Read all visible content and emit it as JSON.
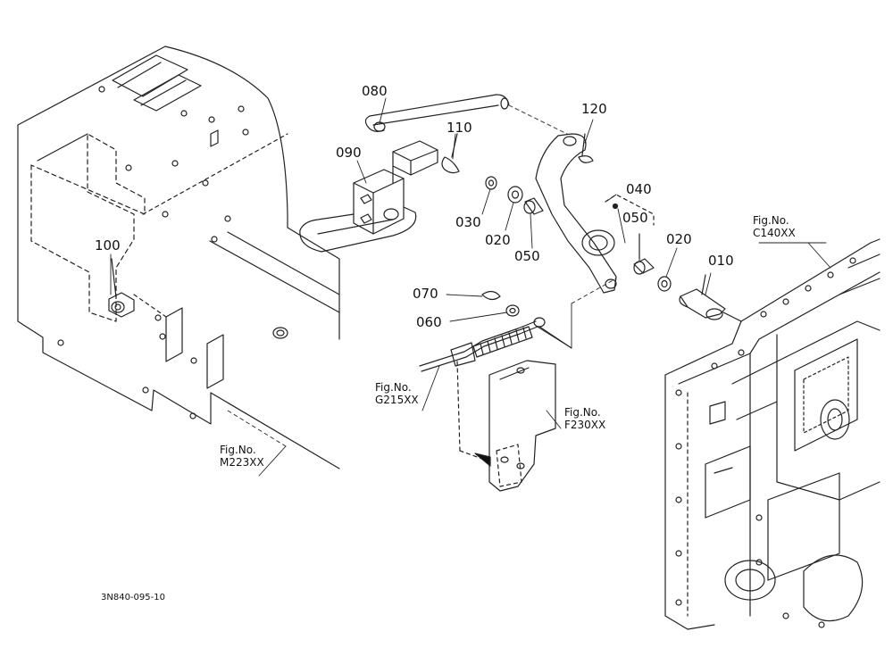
{
  "part_labels": {
    "p010": "010",
    "p020a": "020",
    "p020b": "020",
    "p030": "030",
    "p040": "040",
    "p050a": "050",
    "p050b": "050",
    "p060": "060",
    "p070": "070",
    "p080": "080",
    "p090": "090",
    "p100": "100",
    "p110": "110",
    "p120": "120"
  },
  "figure_refs": {
    "c140": {
      "prefix": "Fig.No.",
      "code": "C140XX"
    },
    "m223": {
      "prefix": "Fig.No.",
      "code": "M223XX"
    },
    "g215": {
      "prefix": "Fig.No.",
      "code": "G215XX"
    },
    "f230": {
      "prefix": "Fig.No.",
      "code": "F230XX"
    }
  },
  "drawing_code": "3N840-095-10"
}
